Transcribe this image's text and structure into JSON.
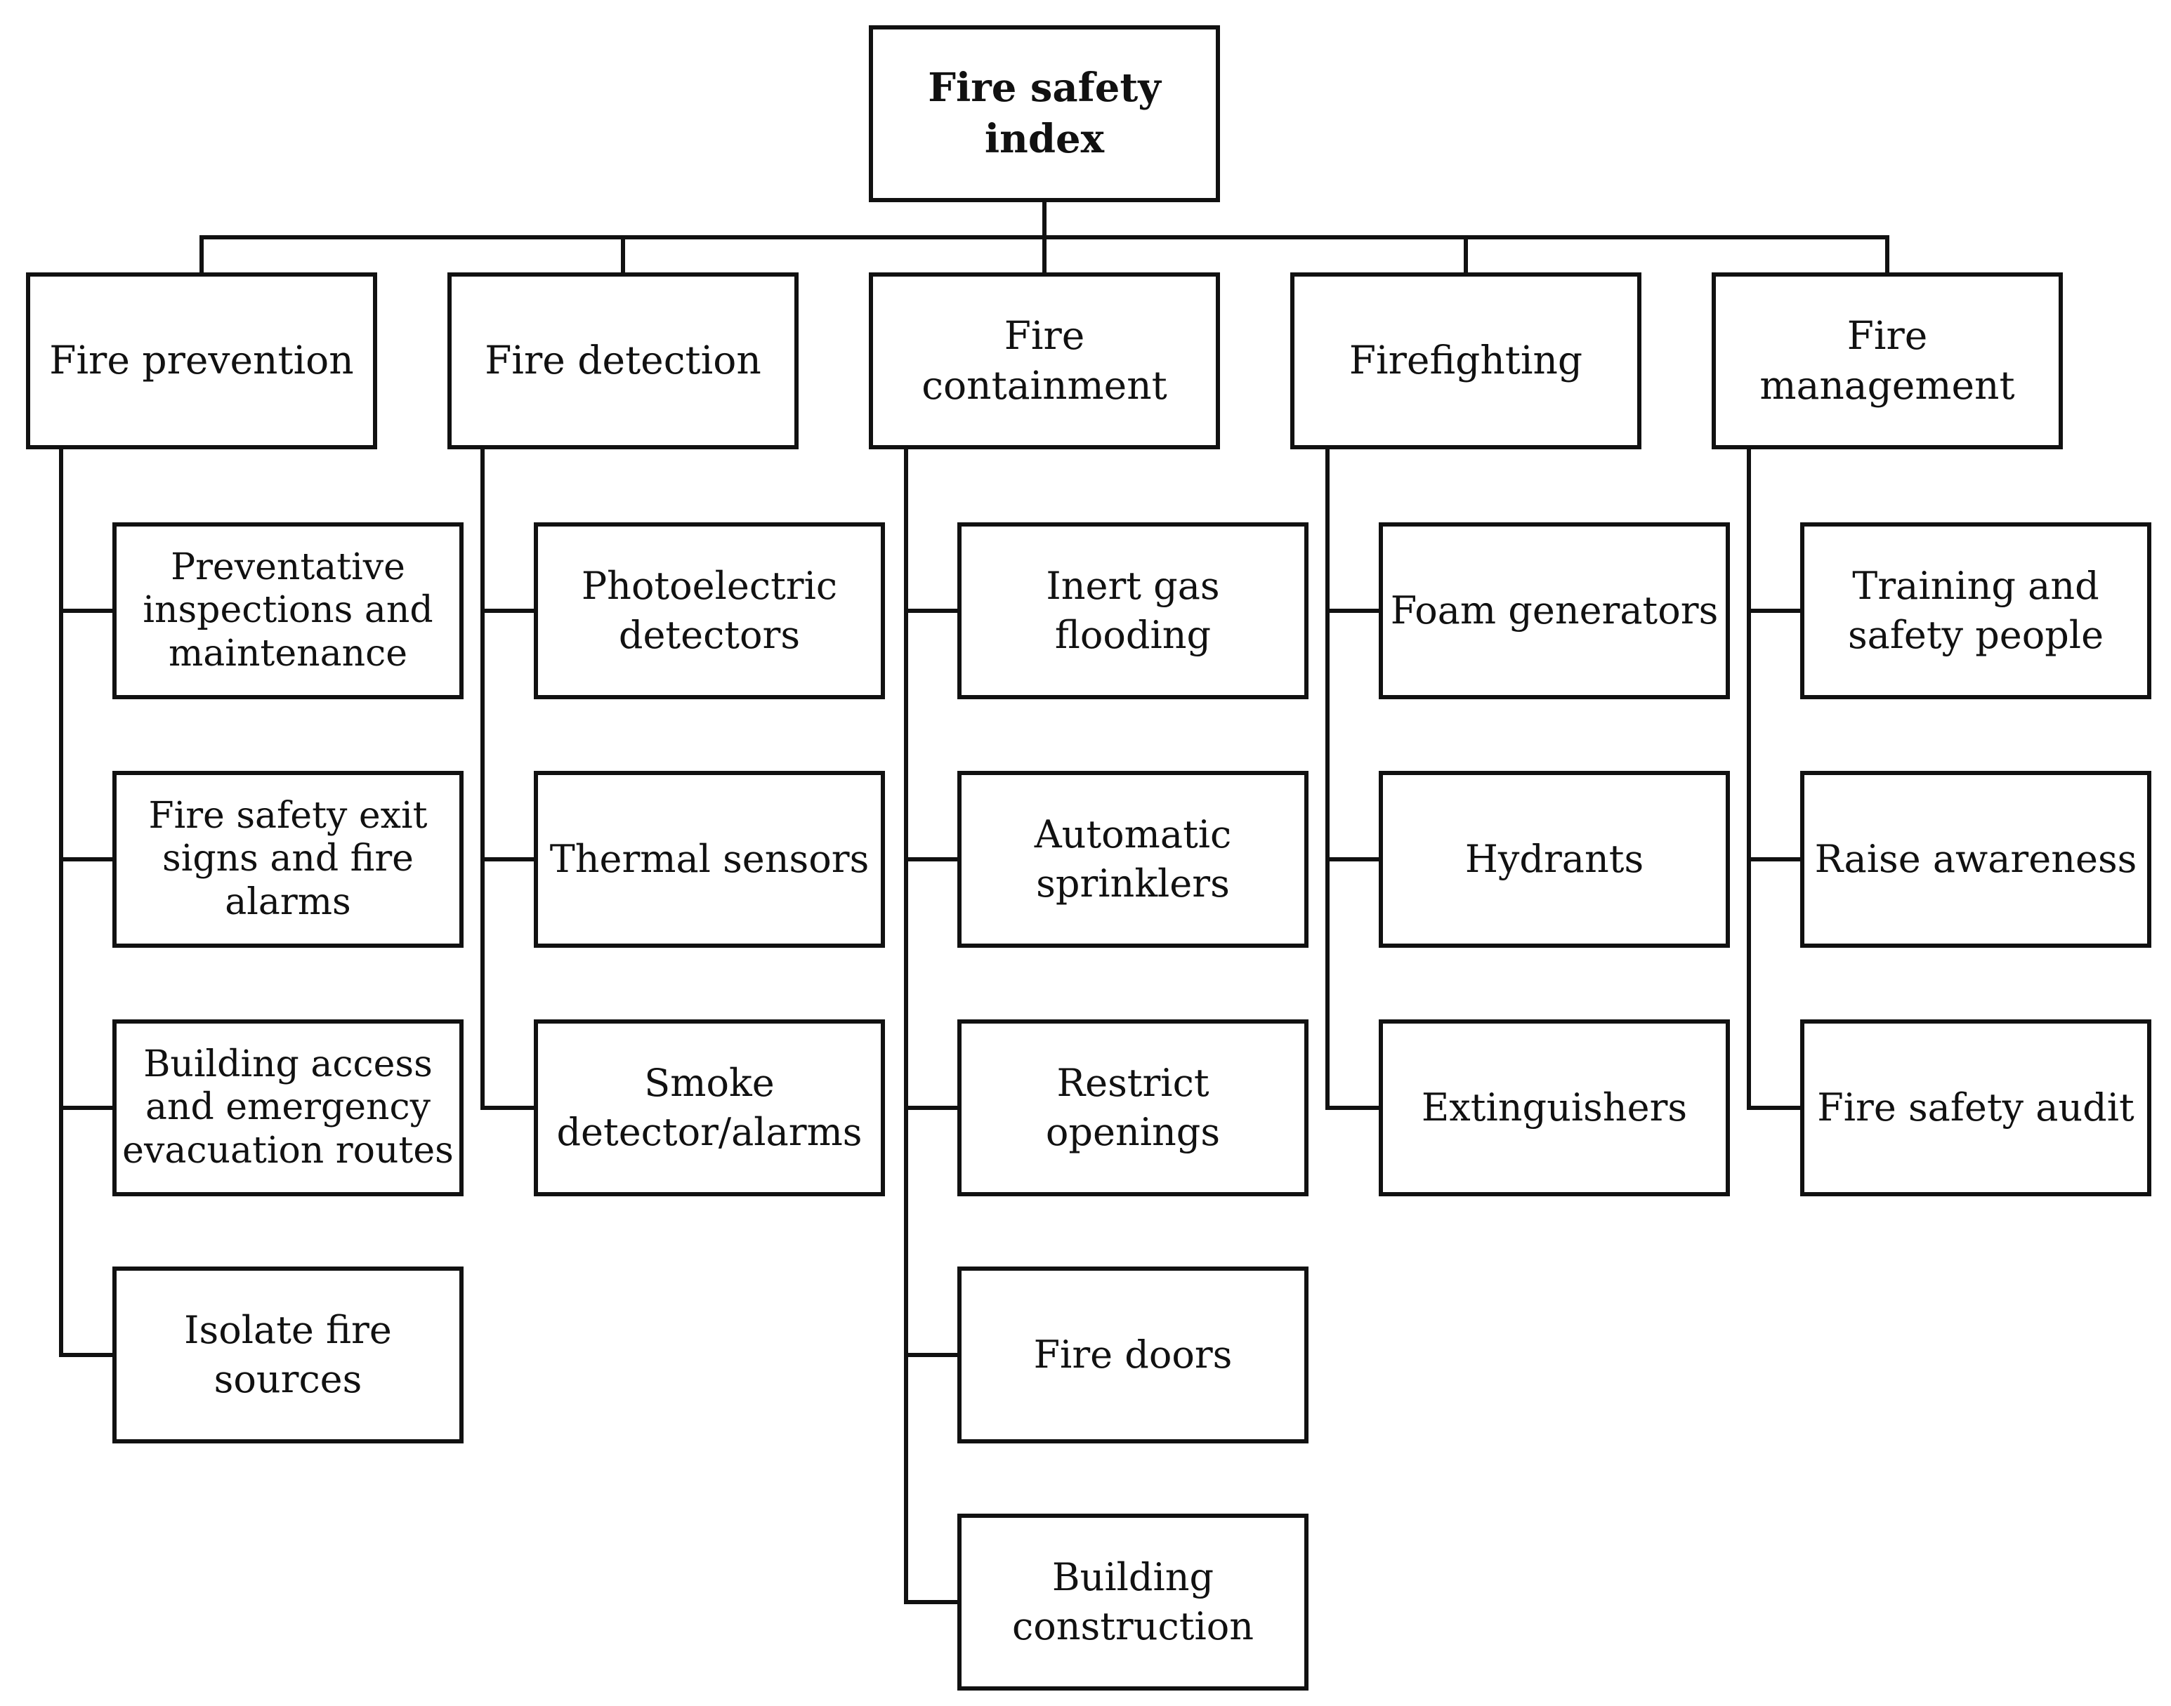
{
  "root": {
    "label": "Fire safety index"
  },
  "categories": [
    {
      "label": "Fire prevention",
      "items": [
        "Preventative\ninspections and\nmaintenance",
        "Fire safety exit\nsigns and fire\nalarms",
        "Building access\nand emergency\nevacuation routes",
        "Isolate fire sources"
      ]
    },
    {
      "label": "Fire detection",
      "items": [
        "Photoelectric\ndetectors",
        "Thermal sensors",
        "Smoke\ndetector/alarms"
      ]
    },
    {
      "label": "Fire containment",
      "items": [
        "Inert gas flooding",
        "Automatic\nsprinklers",
        "Restrict openings",
        "Fire doors",
        "Building\nconstruction"
      ]
    },
    {
      "label": "Firefighting",
      "items": [
        "Foam generators",
        "Hydrants",
        "Extinguishers"
      ]
    },
    {
      "label": "Fire management",
      "items": [
        "Training and\nsafety people",
        "Raise awareness",
        "Fire safety audit"
      ]
    }
  ]
}
